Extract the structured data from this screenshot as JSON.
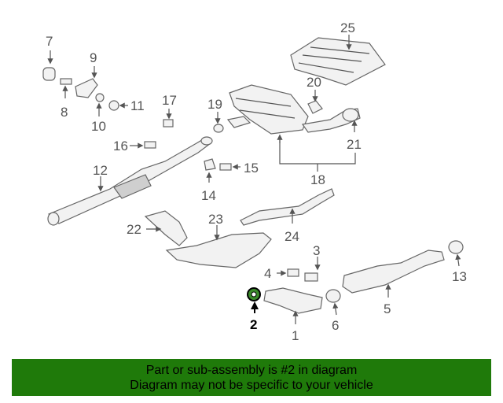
{
  "callouts": {
    "c1": "1",
    "c2": "2",
    "c3": "3",
    "c4": "4",
    "c5": "5",
    "c6": "6",
    "c7": "7",
    "c8": "8",
    "c9": "9",
    "c10": "10",
    "c11": "11",
    "c12": "12",
    "c13": "13",
    "c14": "14",
    "c15": "15",
    "c16": "16",
    "c17": "17",
    "c18": "18",
    "c19": "19",
    "c20": "20",
    "c21": "21",
    "c22": "22",
    "c23": "23",
    "c24": "24",
    "c25": "25"
  },
  "highlight": {
    "callout": "2",
    "color": "#000000"
  },
  "banner": {
    "line1": "Part or sub-assembly is #2 in diagram",
    "line2": "Diagram may not be specific to your vehicle",
    "background": "#1f7a0a"
  }
}
